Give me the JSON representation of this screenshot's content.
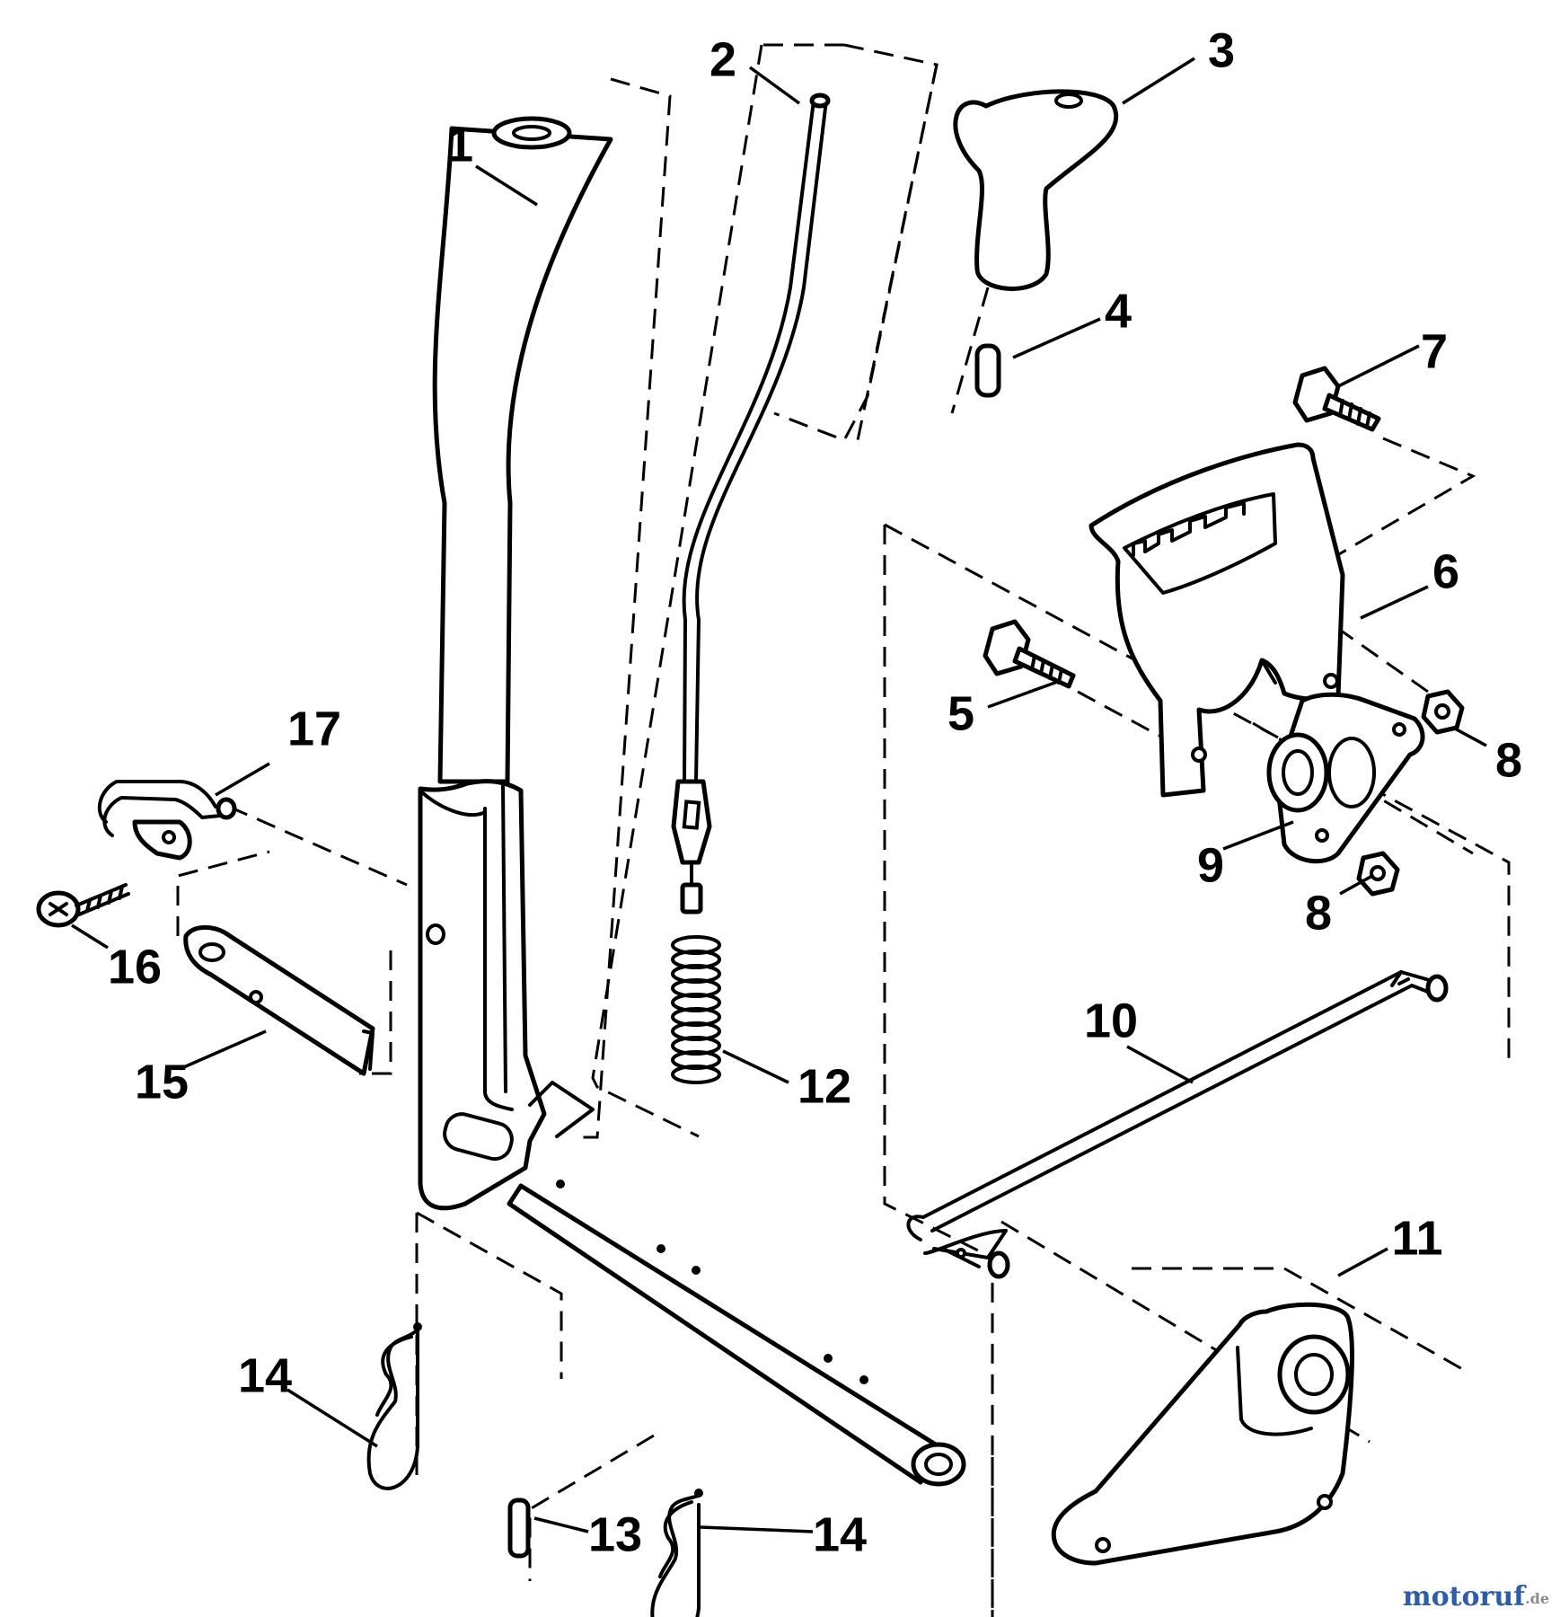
{
  "callouts": [
    "1",
    "2",
    "3",
    "4",
    "5",
    "6",
    "7",
    "8",
    "9",
    "10",
    "11",
    "12",
    "13",
    "14",
    "15",
    "16",
    "17"
  ],
  "watermark": {
    "main": "motoruf",
    "suffix": ".de",
    "main_color": "#2d5da6",
    "suffix_color": "#8a8a8a"
  },
  "colors": {
    "line": "#000000",
    "background": "#ffffff"
  },
  "icons": [
    "lever-tube-icon",
    "control-rod-icon",
    "handle-grip-icon",
    "roll-pin-icon",
    "bolt-icon",
    "quadrant-bracket-icon",
    "flange-bushing-icon",
    "hex-nut-icon",
    "bent-rod-icon",
    "pivot-plate-icon",
    "compression-spring-icon",
    "hairpin-clip-icon",
    "pivot-pin-icon",
    "wire-bracket-icon"
  ]
}
